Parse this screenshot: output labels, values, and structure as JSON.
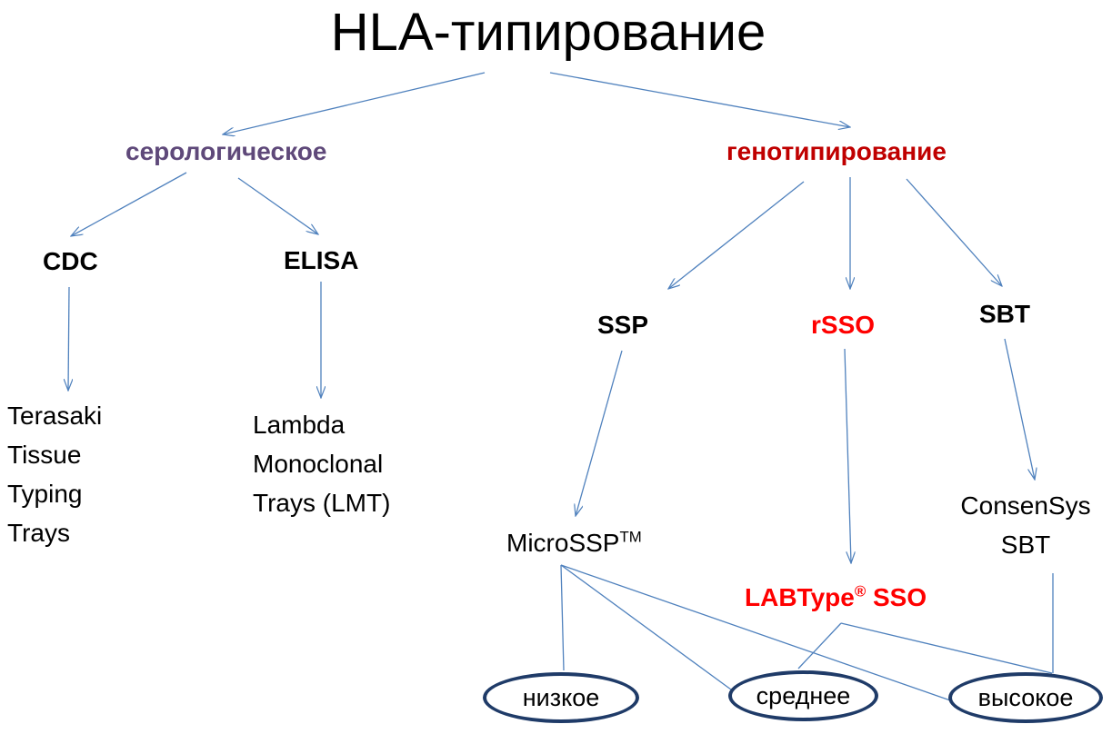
{
  "title": "HLA-типирование",
  "branches": {
    "serological": "серологическое",
    "genotyping": "генотипирование"
  },
  "methods": {
    "cdc": "CDC",
    "elisa": "ELISA",
    "ssp": "SSP",
    "rsso": "rSSO",
    "sbt": "SBT"
  },
  "products": {
    "terasaki": [
      "Terasaki",
      "Tissue",
      "Typing",
      "Trays"
    ],
    "lmt": [
      "Lambda",
      "Monoclonal",
      "Trays (LMT)"
    ],
    "microssp": {
      "name": "MicroSSP",
      "mark": "TM"
    },
    "labtype": {
      "name": "LABType",
      "mark": "®",
      "suffix": " SSO"
    },
    "consensys": [
      "ConsenSys",
      "SBT"
    ]
  },
  "resolution": {
    "low": "низкое",
    "medium": "среднее",
    "high": "высокое"
  },
  "colors": {
    "serological": "#5f497a",
    "genotyping": "#c00000",
    "rsso": "#ff0000",
    "edge": "#4f81bd",
    "pill_border": "#1f3b68"
  }
}
